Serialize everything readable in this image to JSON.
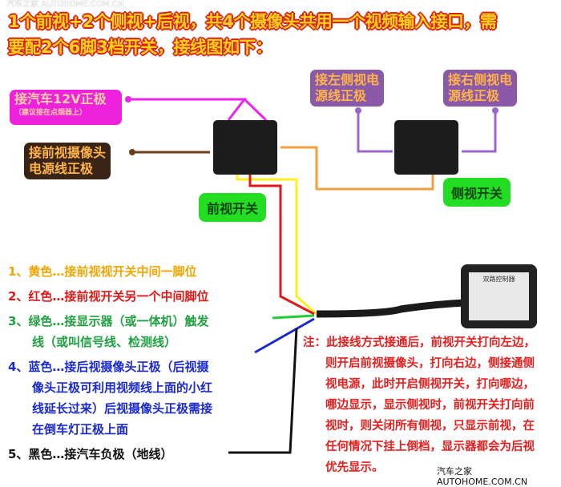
{
  "watermark_top": "汽车之家 AUTOHOME.COM.CN",
  "title": {
    "line1": "1个前视+2个侧视+后视，共4个摄像头共用一个视频输入接口，需",
    "line2": "要配2个6脚3档开关，接线图如下："
  },
  "labels": {
    "power12v": "接汽车12V正极",
    "power12v_sub": "（建议接在点烟器上）",
    "front_cam": "接前视摄像头",
    "front_cam2": "电源线正极",
    "left_cam": "接左侧视电",
    "left_cam2": "源线正极",
    "right_cam": "接右侧视电",
    "right_cam2": "源线正极",
    "front_switch": "前视开关",
    "side_switch": "侧视开关",
    "controller": "双路控制器"
  },
  "legend": [
    {
      "lines": [
        "1、黄色…接前视视开关中间一脚位"
      ],
      "color": "#f0a500"
    },
    {
      "lines": [
        "2、红色…接前视开关另一个中间脚位"
      ],
      "color": "#e01818"
    },
    {
      "lines": [
        "3、绿色…接显示器（或一体机）触发",
        "线（或叫信号线、检测线）"
      ],
      "color": "#20a040"
    },
    {
      "lines": [
        "4、蓝色…接后视摄像头正极（后视摄",
        "像头正极可利用视频线上面的小红",
        "线延长过来）后视摄像头正极需接",
        "在倒车灯正极上面"
      ],
      "color": "#1a2ad0"
    },
    {
      "lines": [
        "5、黑色…接汽车负极（地线）"
      ],
      "color": "#111111"
    }
  ],
  "note": [
    "注：此接线方式接通后，前视开关打向左边，",
    "则开启前视摄像头，打向右边，侧接通侧",
    "视电源，此时开启侧视开关，打向哪边，",
    "哪边显示，显示侧视时，前视开关打向前",
    "视时，则关闭所有侧视，只显示前视，在",
    "任何情况下挂上倒档，显示器都会为后视",
    "优先显示。"
  ],
  "watermark_bottom": "汽车之家 AUTOHOME.COM.CN"
}
